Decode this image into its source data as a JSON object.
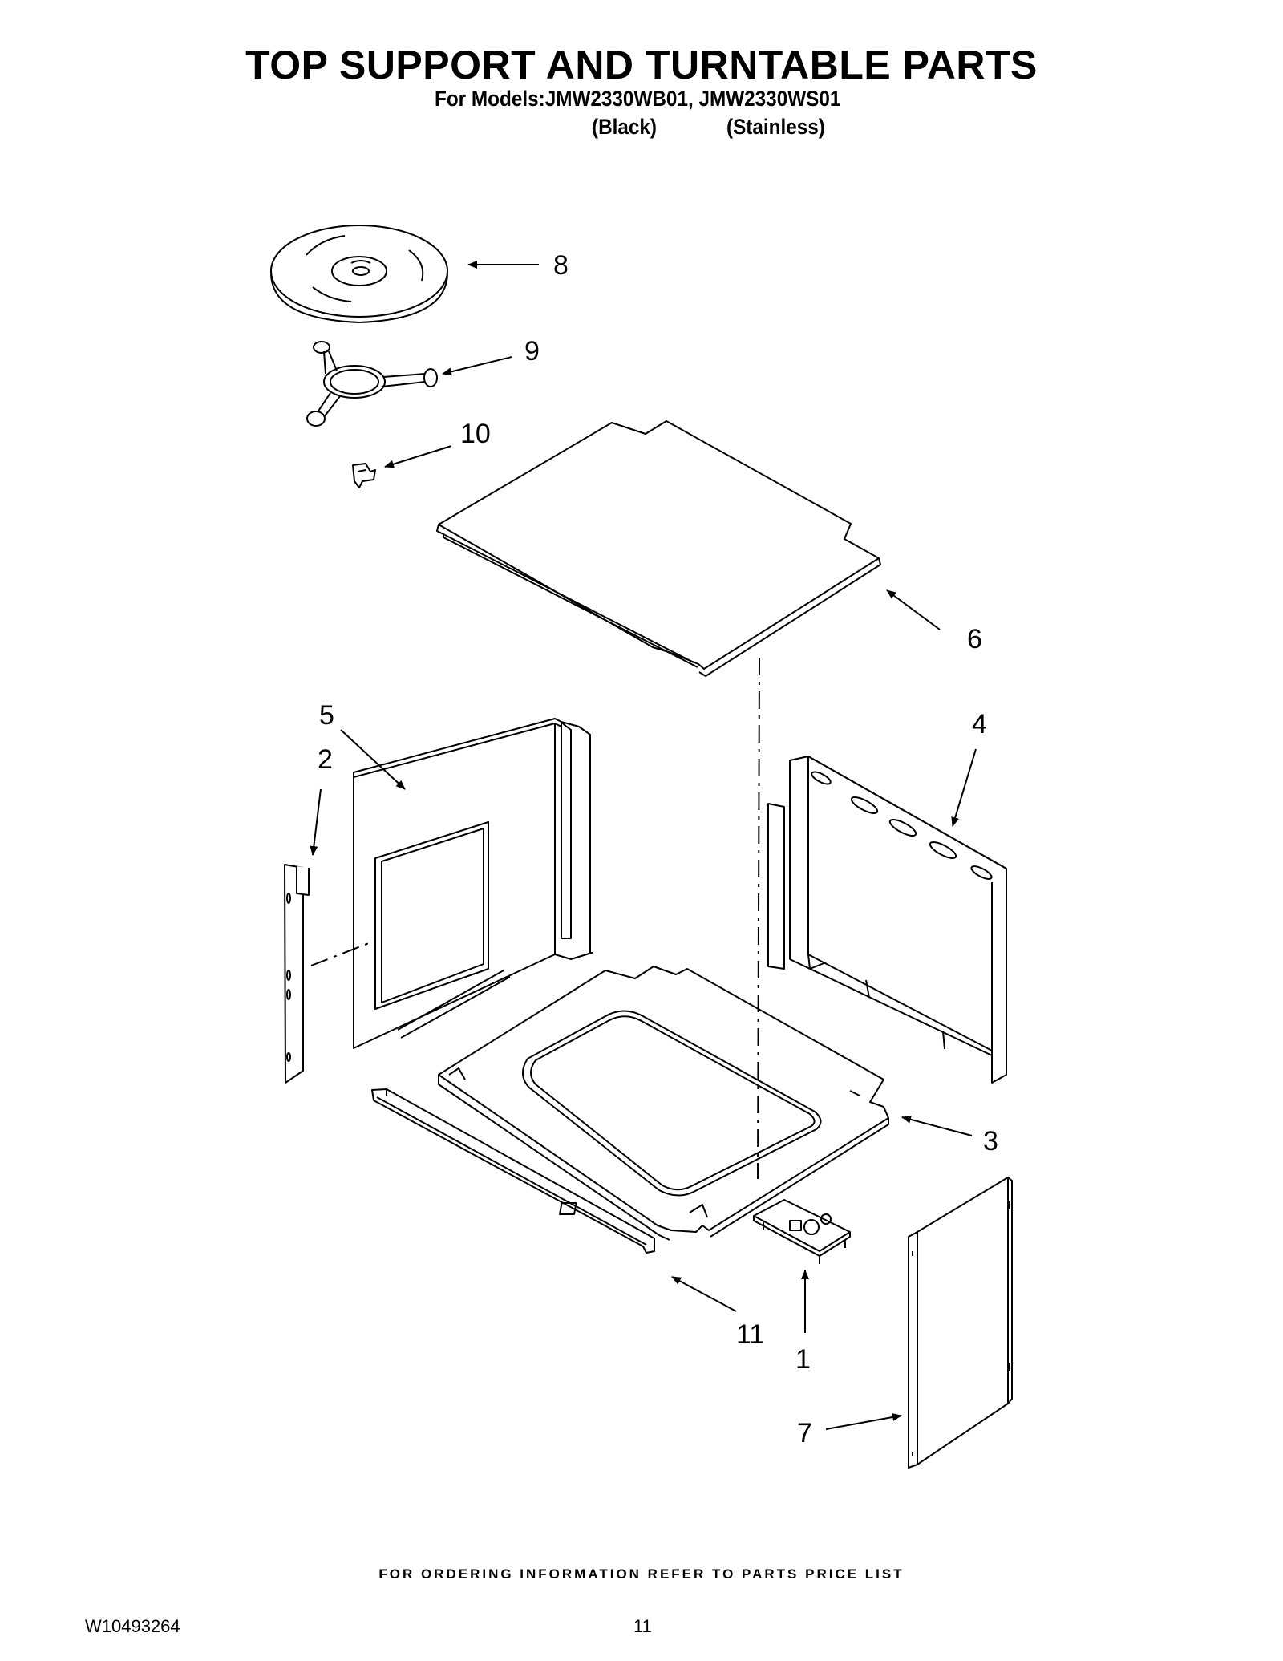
{
  "header": {
    "title": "TOP SUPPORT AND TURNTABLE PARTS",
    "models_line": "For Models:JMW2330WB01, JMW2330WS01",
    "variant_black": "(Black)",
    "variant_stainless": "(Stainless)"
  },
  "callouts": [
    "8",
    "9",
    "10",
    "6",
    "5",
    "2",
    "4",
    "3",
    "11",
    "1",
    "7"
  ],
  "footer": {
    "note": "FOR ORDERING INFORMATION REFER TO PARTS PRICE LIST",
    "doc_number": "W10493264",
    "page_number": "11"
  }
}
